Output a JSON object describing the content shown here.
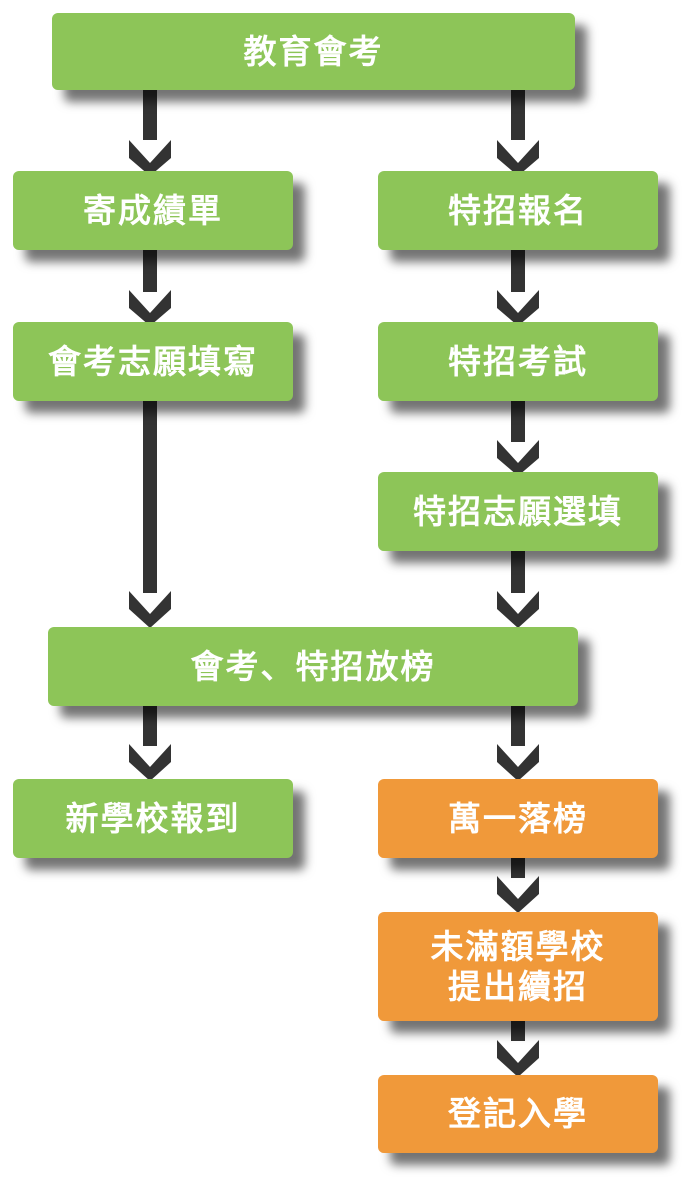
{
  "colors": {
    "green": "#8dc558",
    "orange": "#f0993a",
    "arrow": "#333333",
    "text": "#ffffff"
  },
  "nodes": {
    "exam": {
      "label": "教育會考",
      "color": "green"
    },
    "mail_scores": {
      "label": "寄成績單",
      "color": "green"
    },
    "special_signup": {
      "label": "特招報名",
      "color": "green"
    },
    "exam_choices": {
      "label": "會考志願填寫",
      "color": "green"
    },
    "special_test": {
      "label": "特招考試",
      "color": "green"
    },
    "special_choices": {
      "label": "特招志願選填",
      "color": "green"
    },
    "results": {
      "label": "會考、特招放榜",
      "color": "green"
    },
    "report_school": {
      "label": "新學校報到",
      "color": "green"
    },
    "not_admitted": {
      "label": "萬一落榜",
      "color": "orange"
    },
    "vacancy_line1": {
      "label": "未滿額學校",
      "color": "orange"
    },
    "vacancy_line2": {
      "label": "提出續招",
      "color": "orange"
    },
    "register": {
      "label": "登記入學",
      "color": "orange"
    }
  },
  "edges": [
    [
      "教育會考",
      "寄成績單"
    ],
    [
      "教育會考",
      "特招報名"
    ],
    [
      "寄成績單",
      "會考志願填寫"
    ],
    [
      "特招報名",
      "特招考試"
    ],
    [
      "特招考試",
      "特招志願選填"
    ],
    [
      "會考志願填寫",
      "會考、特招放榜"
    ],
    [
      "特招志願選填",
      "會考、特招放榜"
    ],
    [
      "會考、特招放榜",
      "新學校報到"
    ],
    [
      "會考、特招放榜",
      "萬一落榜"
    ],
    [
      "萬一落榜",
      "未滿額學校提出續招"
    ],
    [
      "未滿額學校提出續招",
      "登記入學"
    ]
  ]
}
